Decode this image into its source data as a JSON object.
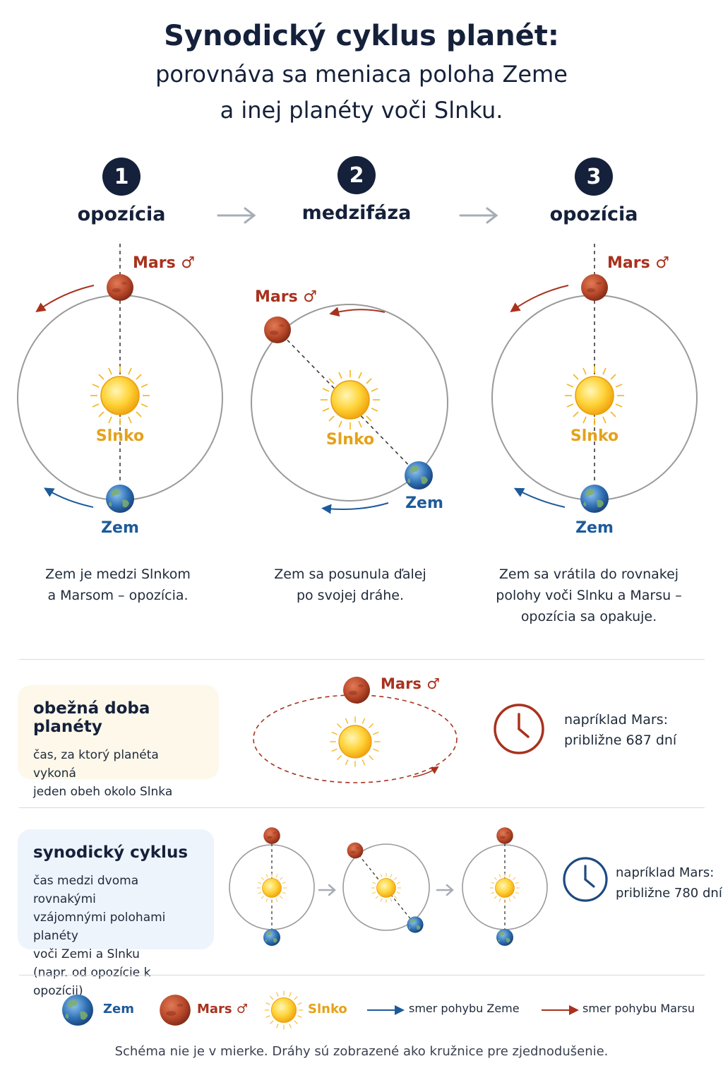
{
  "title": "Synodický cyklus planét:",
  "subtitle_line1": "porovnáva sa meniaca poloha Zeme",
  "subtitle_line2": "a inej planéty voči Slnku.",
  "steps": [
    {
      "number": "1",
      "label": "opozícia",
      "caption_line1": "Zem je medzi Slnkom",
      "caption_line2": "a Marsom – opozícia.",
      "caption_line3": ""
    },
    {
      "number": "2",
      "label": "medzifáza",
      "caption_line1": "Zem sa posunula ďalej",
      "caption_line2": "po svojej dráhe.",
      "caption_line3": ""
    },
    {
      "number": "3",
      "label": "opozícia",
      "caption_line1": "Zem sa vrátila do rovnakej",
      "caption_line2": "polohy voči Slnku a Marsu –",
      "caption_line3": "opozícia sa opakuje."
    }
  ],
  "labels": {
    "mars": "Mars ♂",
    "sun": "Slnko",
    "earth": "Zem"
  },
  "orbital_period": {
    "title": "obežná doba planéty",
    "desc_line1": "čas, za ktorý planéta vykoná",
    "desc_line2": "jeden obeh okolo Slnka",
    "example_line1": "napríklad Mars:",
    "example_line2": "približne 687 dní"
  },
  "synodic_cycle": {
    "title": "synodický cyklus",
    "desc_line1": "čas medzi dvoma rovnakými",
    "desc_line2": "vzájomnými polohami planéty",
    "desc_line3": "voči Zemi a Slnku",
    "desc_line4": "(napr. od opozície k opozícii)",
    "example_line1": "napríklad Mars:",
    "example_line2": "približne 780 dní"
  },
  "legend": {
    "earth": "Zem",
    "mars": "Mars ♂",
    "sun": "Slnko",
    "earth_motion": "smer pohybu Zeme",
    "mars_motion": "smer pohybu Marsu"
  },
  "footer": "Schéma nie je v mierke. Dráhy sú zobrazené ako kružnice pre zjednodušenie.",
  "colors": {
    "navy": "#15213a",
    "mars": "#a8321e",
    "earth": "#1d5a9a",
    "sun_label": "#e4a21a",
    "orbit": "#9a9a9a",
    "orbital_box_bg": "#fdf8ea",
    "synodic_box_bg": "#eef4fc"
  },
  "icons": {
    "clock": "clock-icon",
    "arrow": "arrow-right-icon"
  }
}
